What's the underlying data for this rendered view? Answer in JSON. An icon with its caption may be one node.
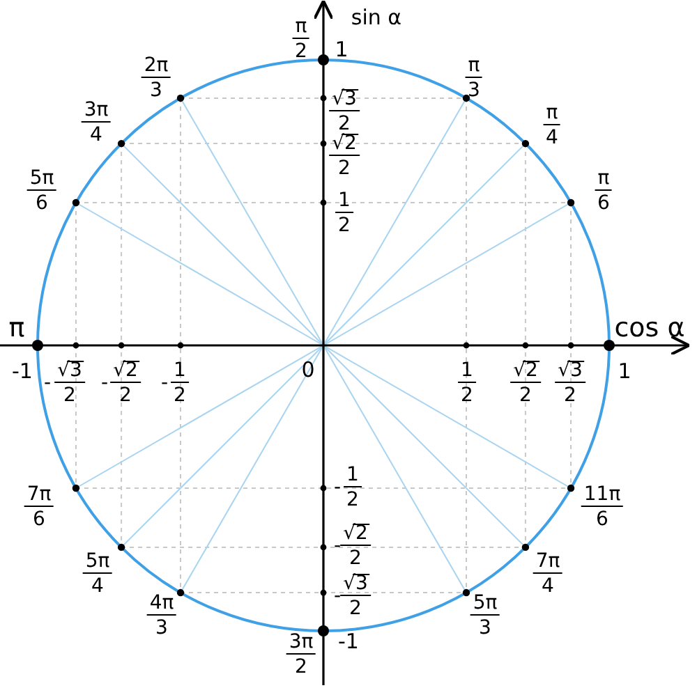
{
  "diagram": {
    "labels": [
      "π",
      "2",
      "sin α",
      "1",
      "2π",
      "3",
      "√3",
      "2",
      "π",
      "3",
      "3π",
      "4",
      "√2",
      "2",
      "π",
      "4",
      "5π",
      "6",
      "1",
      "2",
      "π",
      "6",
      "π",
      "cos α",
      "-1",
      "-",
      "√3",
      "2",
      "-",
      "√2",
      "2",
      "-",
      "1",
      "2",
      "0",
      "1",
      "2",
      "√2",
      "2",
      "√3",
      "2",
      "1",
      "-",
      "1",
      "2",
      "7π",
      "6",
      "11π",
      "6",
      "-",
      "√2",
      "2",
      "5π",
      "4",
      "7π",
      "4",
      "-",
      "√3",
      "2",
      "4π",
      "3",
      "5π",
      "3",
      "-1",
      "3π",
      "2"
    ]
  }
}
